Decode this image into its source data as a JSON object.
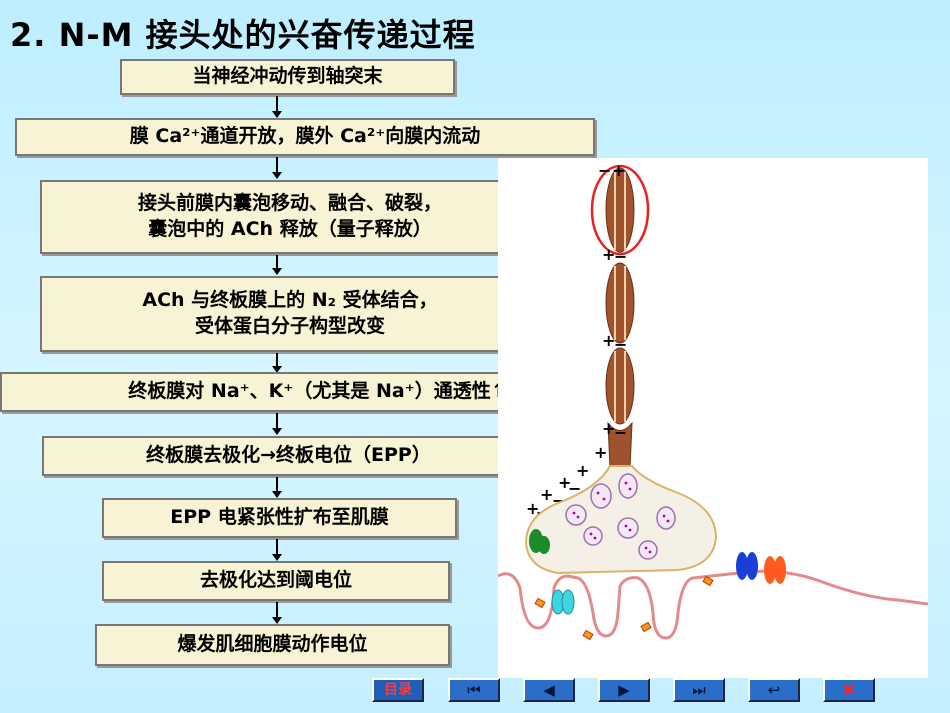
{
  "title": "2. N-M 接头处的兴奋传递过程",
  "steps": [
    "当神经冲动传到轴突末",
    "膜 Ca²⁺通道开放，膜外 Ca²⁺向膜内流动",
    "接头前膜内囊泡移动、融合、破裂，",
    "囊泡中的 ACh 释放（量子释放）",
    "ACh 与终板膜上的 N₂ 受体结合，",
    "受体蛋白分子构型改变",
    "终板膜对 Na⁺、K⁺（尤其是 Na⁺）通透性↑",
    "终板膜去极化→终板电位（EPP）",
    "EPP 电紧张性扩布至肌膜",
    "去极化达到阈电位",
    "爆发肌细胞膜动作电位"
  ],
  "diagram": {
    "charge_plus": "+",
    "charge_minus": "−"
  },
  "nav": {
    "menu_label": "目录",
    "first_icon": "⏮",
    "prev_icon": "◀",
    "next_icon": "▶",
    "last_icon": "⏭",
    "return_icon": "↩",
    "close_icon": "✖"
  },
  "colors": {
    "box_bg": "#f8f3d4",
    "axon": "#a0522d",
    "muscle_membrane": "#e38a8a",
    "nav_button": "#2a6ec9",
    "nav_text": "#ff3b3b"
  }
}
